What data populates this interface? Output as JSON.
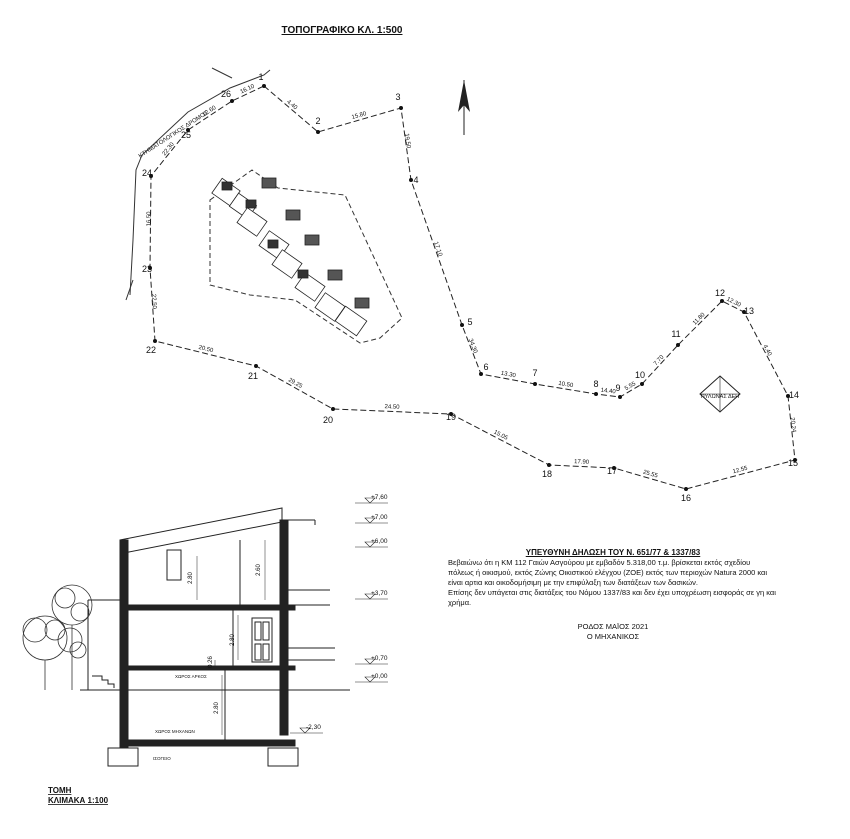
{
  "topo": {
    "title": "ΤΟΠΟΓΡΑΦΙΚΟ ΚΛ. 1:500",
    "road_label": "ΚΤΗΜΑΤΟΛΟΓΙΚΟΣ ΔΡΟΜΟΣ",
    "pylon_label": "ΠΥΛΩΝΑΣ ΔΕΗ",
    "points": [
      "1",
      "2",
      "3",
      "4",
      "5",
      "6",
      "7",
      "8",
      "9",
      "10",
      "11",
      "12",
      "13",
      "14",
      "15",
      "16",
      "17",
      "18",
      "19",
      "20",
      "21",
      "22",
      "23",
      "24",
      "25",
      "26"
    ],
    "dims": [
      "4.40",
      "15.80",
      "19.50",
      "17.10",
      "34.30",
      "13.30",
      "10.50",
      "14.40",
      "5.55",
      "7.70",
      "11.80",
      "12.30",
      "4.40",
      "20.24",
      "12.55",
      "25.55",
      "17.90",
      "15.05",
      "24.50",
      "29.25",
      "20.50",
      "22.50",
      "16.50",
      "22.30",
      "12.60",
      "16.10"
    ]
  },
  "section": {
    "title": "ΤΟΜΗ",
    "scale": "ΚΛΙΜΑΚΑ 1:100",
    "levels": [
      "+7,60",
      "+7,00",
      "+6,00",
      "+3,70",
      "+0,70",
      "+0,00",
      "-2,30"
    ],
    "heights": [
      "2.80",
      "2.60",
      "2.80",
      "0.26",
      "2.80"
    ],
    "room_labels": [
      "ΧΩΡΟΣ ΑΡΚΟΣ",
      "ΧΩΡΟΣ ΜΗΧΑΝΩΝ",
      "ΙΣΟΓΕΙΟ"
    ]
  },
  "declaration": {
    "heading": "ΥΠΕΥΘΥΝΗ ΔΗΛΩΣΗ ΤΟΥ Ν. 651/77 & 1337/83",
    "body": "Βεβαιώνω ότι η ΚΜ 112 Γαιών Ασγούρου με εμβαδόν 5.318,00 τ.μ. βρίσκεται εκτός σχεδίου πόλεως ή οικισμού, εκτός Ζώνης Οικιστικού ελέγχου (ΖΟΕ) εκτός των περιοχών Natura 2000 και είναι αρτια και οικοδομήσιμη με την επιφύλαξη των διατάξεων των δασικών.",
    "body2": "Επίσης δεν υπάγεται στις διατάξεις του Νόμου 1337/83 και δεν έχει υποχρέωση εισφοράς σε γη και χρήμα.",
    "place_date": "ΡΟΔΟΣ ΜΑΪΟΣ 2021",
    "signatory": "Ο ΜΗΧΑΝΙΚΟΣ"
  }
}
